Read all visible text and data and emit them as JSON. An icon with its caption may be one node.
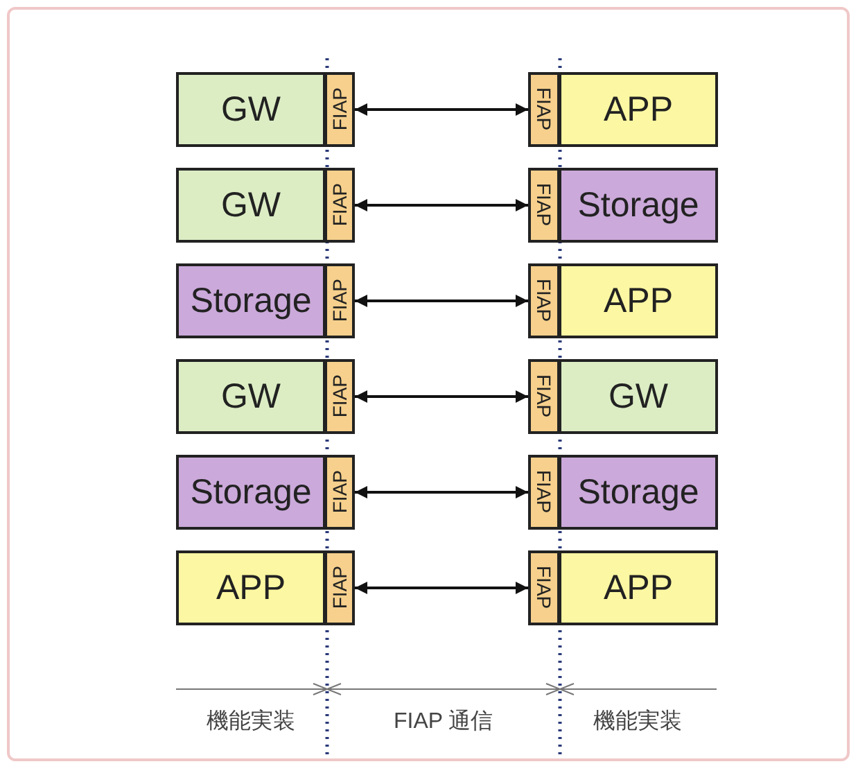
{
  "diagram": {
    "nodes": [
      {
        "text": [
          "GW"
        ]
      },
      {
        "text": [
          "FIAP"
        ]
      },
      {
        "text": [
          "FIAP"
        ]
      },
      {
        "text": [
          "APP"
        ]
      },
      {
        "text": [
          "GW"
        ]
      },
      {
        "text": [
          "FIAP"
        ]
      },
      {
        "text": [
          "FIAP"
        ]
      },
      {
        "text": [
          "Storage"
        ]
      },
      {
        "text": [
          "Storage"
        ]
      },
      {
        "text": [
          "FIAP"
        ]
      },
      {
        "text": [
          "FIAP"
        ]
      },
      {
        "text": [
          "APP"
        ]
      },
      {
        "text": [
          "GW"
        ]
      },
      {
        "text": [
          "FIAP"
        ]
      },
      {
        "text": [
          "FIAP"
        ]
      },
      {
        "text": [
          "GW"
        ]
      },
      {
        "text": [
          "Storage"
        ]
      },
      {
        "text": [
          "FIAP"
        ]
      },
      {
        "text": [
          "FIAP"
        ]
      },
      {
        "text": [
          "Storage"
        ]
      },
      {
        "text": [
          "APP"
        ]
      },
      {
        "text": [
          "FIAP"
        ]
      },
      {
        "text": [
          "FIAP"
        ]
      },
      {
        "text": [
          "APP"
        ]
      }
    ],
    "edges": [
      {
        "from": 1,
        "to": 2,
        "arrow": "both"
      },
      {
        "from": 5,
        "to": 6,
        "arrow": "both"
      },
      {
        "from": 9,
        "to": 10,
        "arrow": "both"
      },
      {
        "from": 13,
        "to": 14,
        "arrow": "both"
      },
      {
        "from": 17,
        "to": 18,
        "arrow": "both"
      },
      {
        "from": 21,
        "to": 22,
        "arrow": "both"
      }
    ],
    "labels": [
      "機能実装",
      "FIAP 通信",
      "機能実装"
    ]
  }
}
